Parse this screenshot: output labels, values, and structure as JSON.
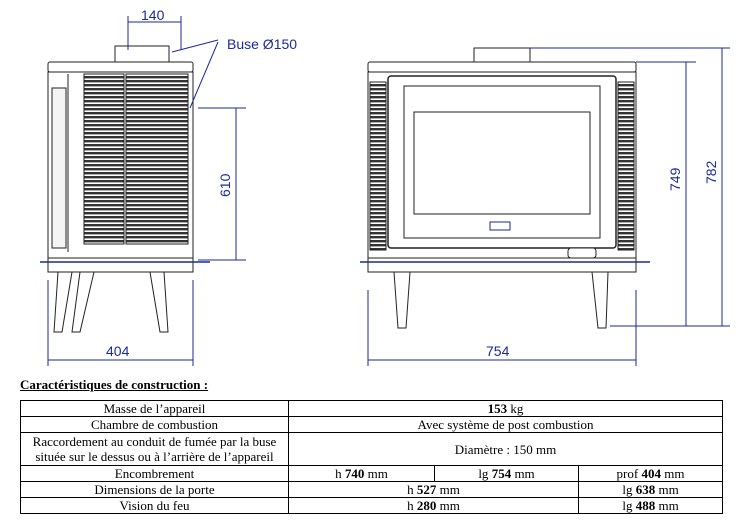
{
  "drawing": {
    "buse_label": "Buse Ø150",
    "dim_buse_offset": "140",
    "dim_height_610": "610",
    "dim_depth": "404",
    "dim_width": "754",
    "dim_height_749": "749",
    "dim_height_782": "782",
    "line_color": "#1a2a9a"
  },
  "section_title": "Caractéristiques de construction :",
  "specs": {
    "rows": [
      {
        "label": "Masse de l’appareil",
        "value": "153",
        "unit": " kg"
      },
      {
        "label": "Chambre de combustion",
        "value": "Avec système de post combustion"
      },
      {
        "label": "Raccordement au conduit de fumée par la buse située sur le dessus ou à l’arrière de l’appareil",
        "value": "Diamètre : 150 mm"
      }
    ],
    "encombrement": {
      "label": "Encombrement",
      "h_prefix": "h ",
      "h_value": "740",
      "h_unit": " mm",
      "lg_prefix": "lg ",
      "lg_value": "754",
      "lg_unit": " mm",
      "prof_prefix": "prof ",
      "prof_value": "404",
      "prof_unit": " mm"
    },
    "porte": {
      "label": "Dimensions de la porte",
      "h_prefix": "h ",
      "h_value": "527",
      "h_unit": " mm",
      "lg_prefix": "lg ",
      "lg_value": "638",
      "lg_unit": " mm"
    },
    "vision": {
      "label": "Vision  du feu",
      "h_prefix": "h ",
      "h_value": "280",
      "h_unit": " mm",
      "lg_prefix": "lg ",
      "lg_value": "488",
      "lg_unit": " mm"
    }
  }
}
